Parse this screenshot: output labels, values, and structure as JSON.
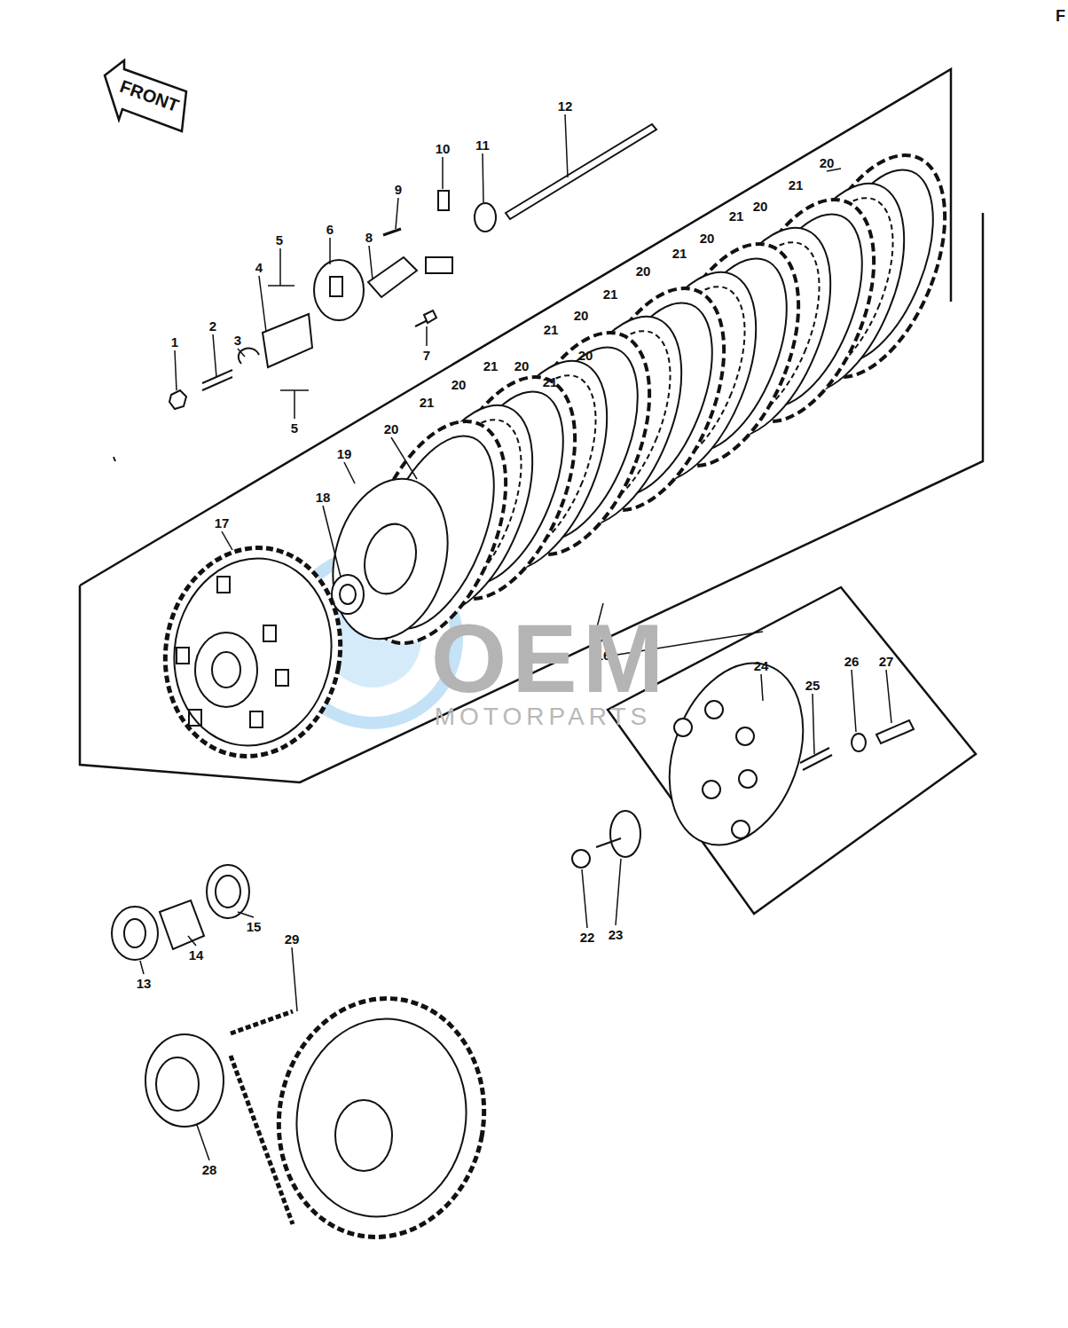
{
  "diagram": {
    "nodes": [
      {
        "text": [
          "FRONT"
        ]
      }
    ],
    "labels": [
      "1",
      "2",
      "3",
      "4",
      "5",
      "5",
      "6",
      "7",
      "8",
      "9",
      "10",
      "11",
      "12",
      "13",
      "14",
      "15",
      "16",
      "17",
      "18",
      "19",
      "20",
      "21",
      "20",
      "21",
      "20",
      "21",
      "20",
      "21",
      "20",
      "21",
      "20",
      "21",
      "20",
      "21",
      "20",
      "21",
      "20",
      "22",
      "23",
      "24",
      "25",
      "26",
      "27",
      "28",
      "29",
      "OEM",
      "MOTORPARTS",
      "F"
    ]
  }
}
